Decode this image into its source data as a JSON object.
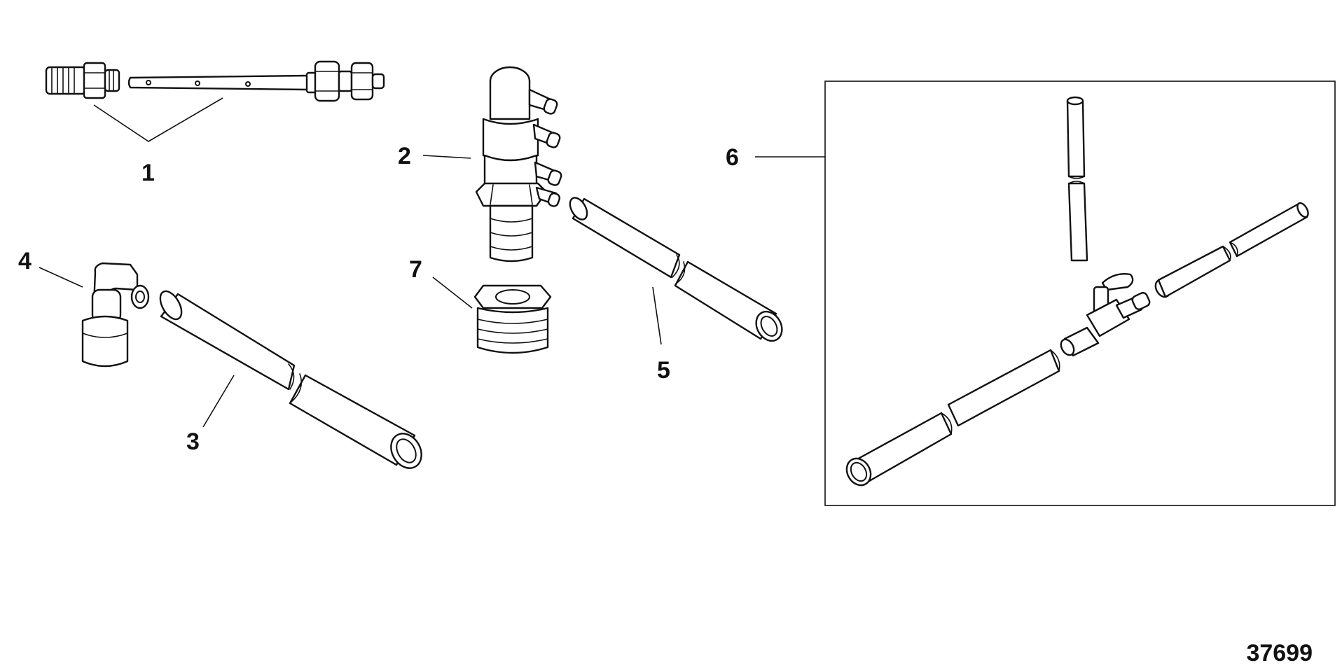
{
  "diagram": {
    "drawing_number": "37699",
    "callouts": [
      {
        "id": "1",
        "label": "1"
      },
      {
        "id": "2",
        "label": "2"
      },
      {
        "id": "3",
        "label": "3"
      },
      {
        "id": "4",
        "label": "4"
      },
      {
        "id": "5",
        "label": "5"
      },
      {
        "id": "6",
        "label": "6"
      },
      {
        "id": "7",
        "label": "7"
      }
    ],
    "colors": {
      "line": "#111111",
      "background": "#ffffff"
    }
  }
}
